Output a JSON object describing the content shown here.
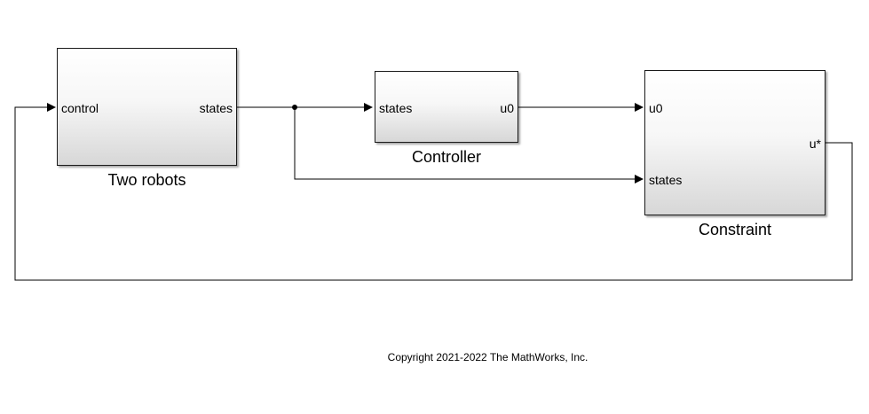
{
  "blocks": {
    "robots": {
      "title": "Two robots",
      "input_port": "control",
      "output_port": "states"
    },
    "controller": {
      "title": "Controller",
      "input_port": "states",
      "output_port": "u0"
    },
    "constraint": {
      "title": "Constraint",
      "input_port_1": "u0",
      "input_port_2": "states",
      "output_port": "u*"
    }
  },
  "footer": {
    "copyright": "Copyright 2021-2022 The MathWorks, Inc."
  }
}
